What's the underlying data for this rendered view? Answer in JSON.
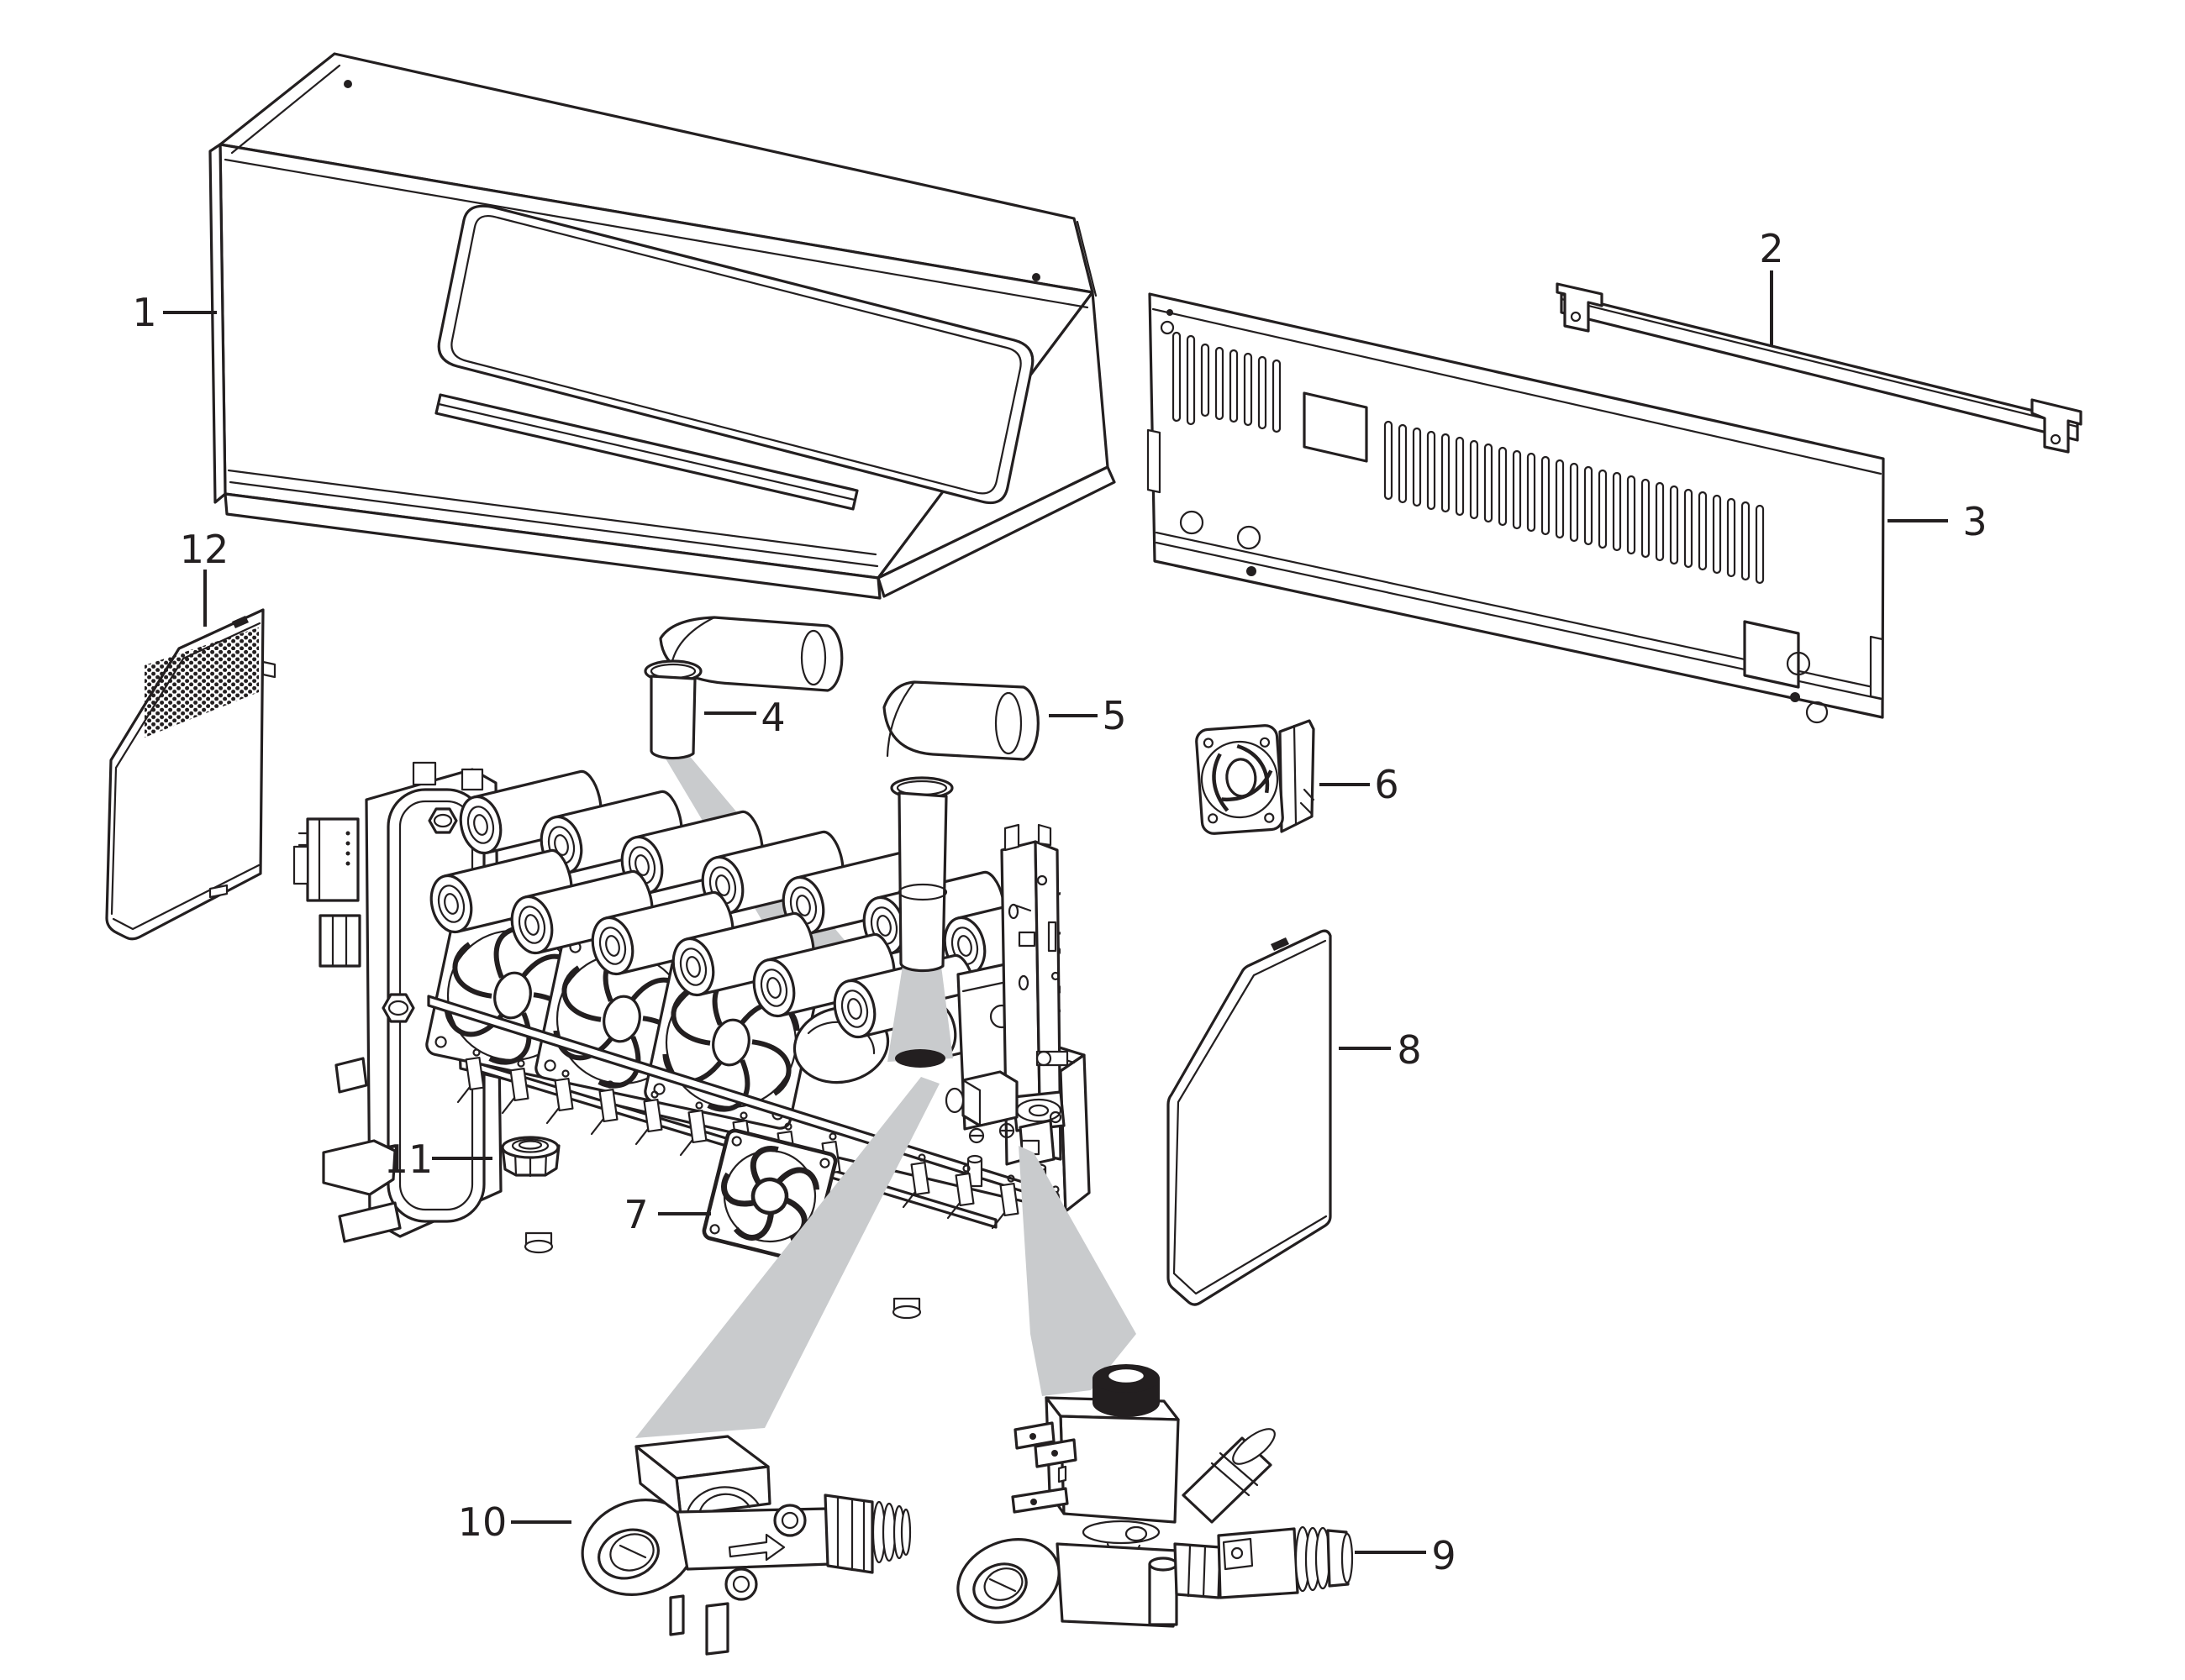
{
  "diagram": {
    "title": "exploded-parts-diagram",
    "background_color": "#ffffff",
    "line_color": "#231f20",
    "cone_color": "#c9cbcd",
    "callouts": [
      {
        "number": "1"
      },
      {
        "number": "2"
      },
      {
        "number": "3"
      },
      {
        "number": "4"
      },
      {
        "number": "5"
      },
      {
        "number": "6"
      },
      {
        "number": "7"
      },
      {
        "number": "8"
      },
      {
        "number": "9"
      },
      {
        "number": "10"
      },
      {
        "number": "11"
      },
      {
        "number": "12"
      }
    ]
  }
}
